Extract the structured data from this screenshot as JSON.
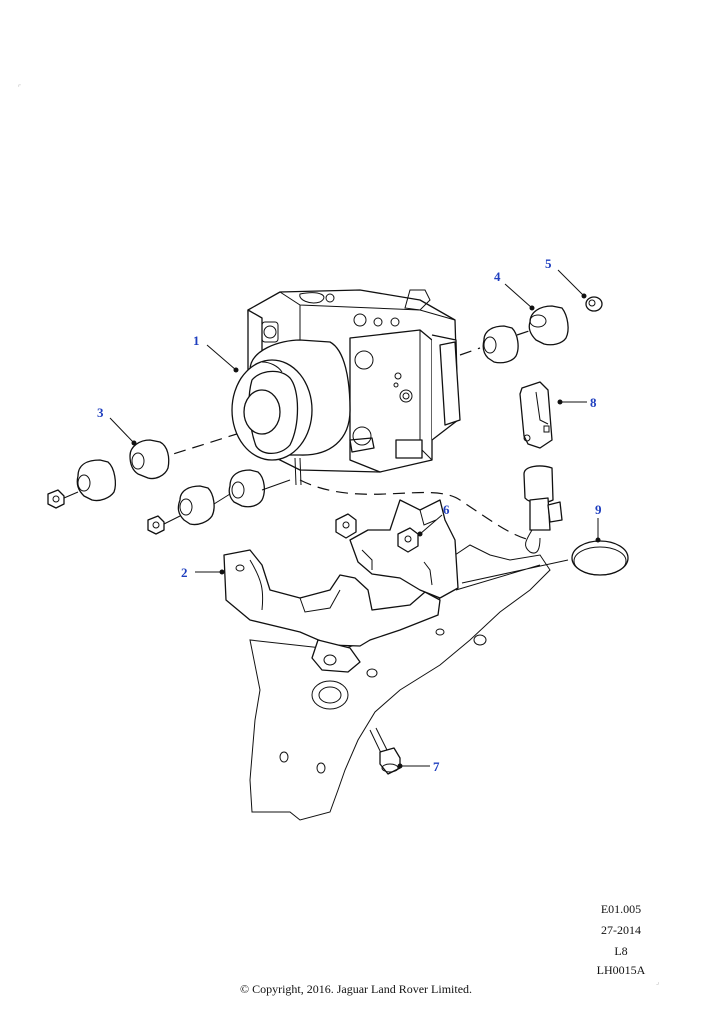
{
  "callouts": [
    {
      "id": "1",
      "label": "1"
    },
    {
      "id": "2",
      "label": "2"
    },
    {
      "id": "3",
      "label": "3"
    },
    {
      "id": "4",
      "label": "4"
    },
    {
      "id": "5",
      "label": "5"
    },
    {
      "id": "6",
      "label": "6"
    },
    {
      "id": "7",
      "label": "7"
    },
    {
      "id": "8",
      "label": "8"
    },
    {
      "id": "9",
      "label": "9"
    }
  ],
  "reference": {
    "line1": "E01.005",
    "line2": "27-2014",
    "line3": "L8",
    "line4": "LH0015A"
  },
  "copyright": "© Copyright, 2016. Jaguar Land Rover Limited.",
  "colors": {
    "callout": "#1f3fbf",
    "line": "#111111",
    "background": "#ffffff"
  }
}
